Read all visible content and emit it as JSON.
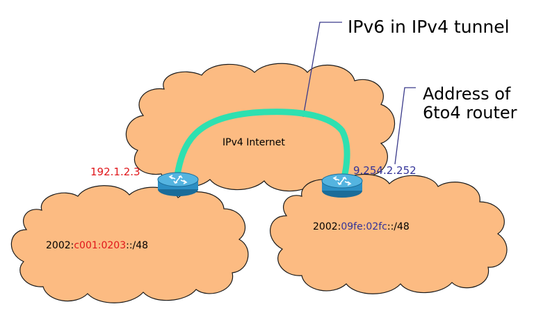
{
  "labels": {
    "tunnel_callout": "IPv6 in IPv4 tunnel",
    "router_callout_line1": "Address of",
    "router_callout_line2": "6to4 router",
    "internet_cloud": "IPv4 Internet",
    "left_router_ip": "192.1.2.3",
    "right_router_ip": "9.254.2.252",
    "left_prefix_start": "2002:",
    "left_prefix_highlight": "c001:0203",
    "left_prefix_end": "::/48",
    "right_prefix_start": "2002:",
    "right_prefix_highlight": "09fe:02fc",
    "right_prefix_end": "::/48"
  },
  "colors": {
    "cloud_fill": "#FCBB82",
    "tunnel": "#2EE0B0",
    "left_address": "#E0161A",
    "right_address": "#333399",
    "callout_line": "#3a3a8a",
    "router_body": "#2c8fc4"
  }
}
